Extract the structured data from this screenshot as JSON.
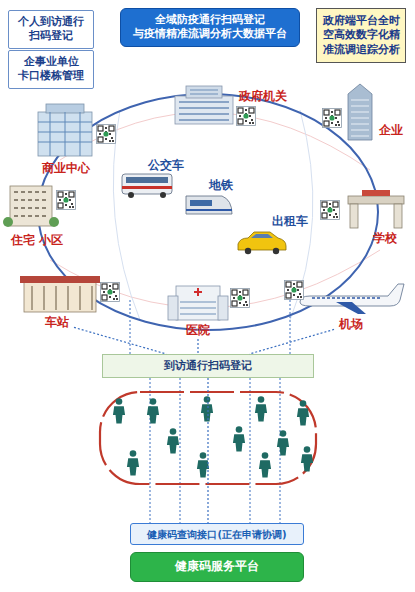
{
  "diagram": {
    "nodes": [
      {
        "text": [
          "个人到访通行 扫码登记"
        ]
      },
      {
        "text": [
          "企事业单位 卡口楼栋管理"
        ]
      },
      {
        "text": [
          "全域防疫通行扫码登记 与疫情精准流调分析大数据平台"
        ]
      },
      {
        "text": [
          "政府端平台全时 空高效数字化精 准流调追踪分析"
        ]
      },
      {
        "text": [
          "政府机关"
        ]
      },
      {
        "text": [
          "企业"
        ]
      },
      {
        "text": [
          "商业中心"
        ]
      },
      {
        "text": [
          "公交车"
        ]
      },
      {
        "text": [
          "地铁"
        ]
      },
      {
        "text": [
          "出租车"
        ]
      },
      {
        "text": [
          "学校"
        ]
      },
      {
        "text": [
          "住宅 小区"
        ]
      },
      {
        "text": [
          "车站"
        ]
      },
      {
        "text": [
          "医院"
        ]
      },
      {
        "text": [
          "机场"
        ]
      },
      {
        "text": [
          "到访通行扫码登记"
        ]
      },
      {
        "text": [
          "健康码查询接口(正在申请协调)"
        ]
      },
      {
        "text": [
          "健康码服务平台"
        ]
      }
    ],
    "edges": [
      {
        "from": 12,
        "to": 15,
        "arrow": "none"
      },
      {
        "from": 13,
        "to": 15,
        "arrow": "none"
      },
      {
        "from": 14,
        "to": 15,
        "arrow": "none"
      },
      {
        "from": 15,
        "to": 16,
        "arrow": "none"
      }
    ]
  }
}
